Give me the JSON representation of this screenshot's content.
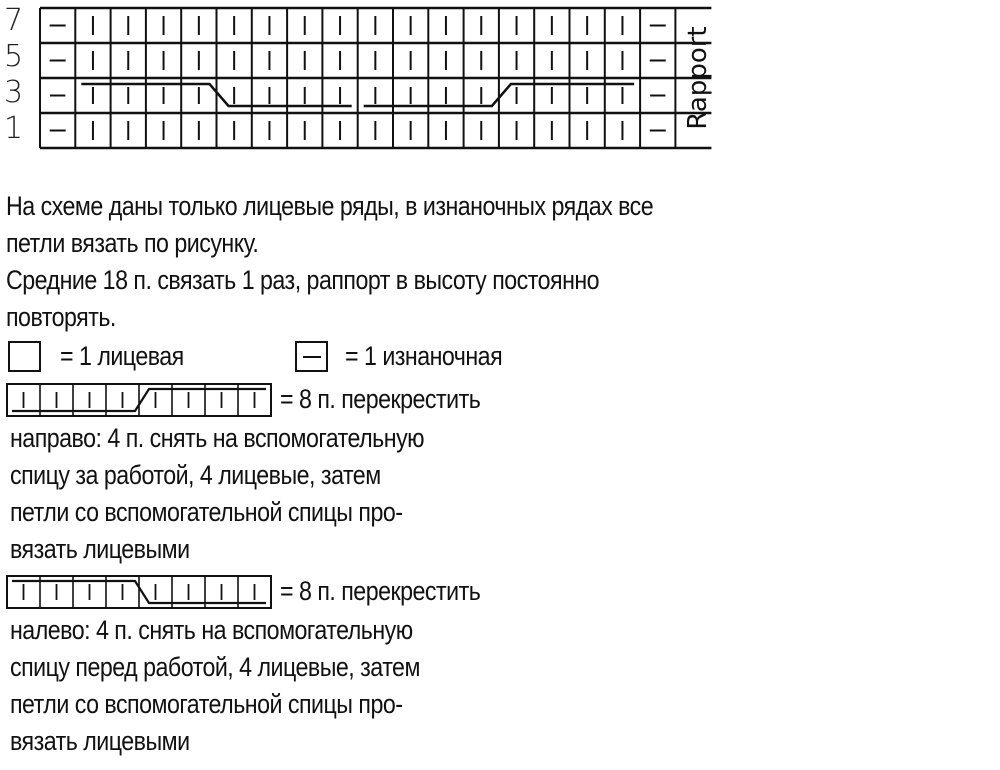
{
  "chart": {
    "row_labels": [
      "7",
      "5",
      "3",
      "1"
    ],
    "rapport_label": "Rapport",
    "columns": 18,
    "rows": 4
  },
  "chart_data": {
    "type": "table",
    "title": "Knitting chart (right-side rows only)",
    "row_numbers": [
      7,
      5,
      3,
      1
    ],
    "stitches_per_row": 18,
    "rows": [
      {
        "row": 7,
        "cells": [
          "purl",
          "knit",
          "knit",
          "knit",
          "knit",
          "knit",
          "knit",
          "knit",
          "knit",
          "knit",
          "knit",
          "knit",
          "knit",
          "knit",
          "knit",
          "knit",
          "knit",
          "purl"
        ]
      },
      {
        "row": 5,
        "cells": [
          "purl",
          "knit",
          "knit",
          "knit",
          "knit",
          "knit",
          "knit",
          "knit",
          "knit",
          "knit",
          "knit",
          "knit",
          "knit",
          "knit",
          "knit",
          "knit",
          "knit",
          "purl"
        ]
      },
      {
        "row": 3,
        "cells": [
          "purl",
          "cable-left-8 (cols 2-9)",
          "cable-right-8 (cols 10-17)",
          "purl"
        ]
      },
      {
        "row": 1,
        "cells": [
          "purl",
          "knit",
          "knit",
          "knit",
          "knit",
          "knit",
          "knit",
          "knit",
          "knit",
          "knit",
          "knit",
          "knit",
          "knit",
          "knit",
          "knit",
          "knit",
          "knit",
          "purl"
        ]
      }
    ],
    "rapport_rows": [
      1,
      7
    ],
    "annotation": "Rapport"
  },
  "notes": {
    "line1": "На схеме даны только лицевые ряды, в изнаночных рядах все",
    "line2": "петли вязать по рисунку.",
    "line3": "Средние 18 п. связать 1 раз, раппорт в высоту постоянно",
    "line4": "повторять."
  },
  "legend": {
    "knit_label": "= 1 лицевая",
    "purl_label": "= 1 изнаночная",
    "cable_right": {
      "label": "= 8 п. перекрестить",
      "lines": [
        "направо: 4 п. снять на вспомогательную",
        "спицу за работой, 4 лицевые, затем",
        "петли со вспомогательной спицы про-",
        "вязать лицевыми"
      ]
    },
    "cable_left": {
      "label": "= 8 п. перекрестить",
      "lines": [
        "налево: 4 п. снять на вспомогательную",
        "спицу перед работой, 4 лицевые, затем",
        "петли со вспомогательной спицы про-",
        "вязать лицевыми"
      ]
    }
  }
}
